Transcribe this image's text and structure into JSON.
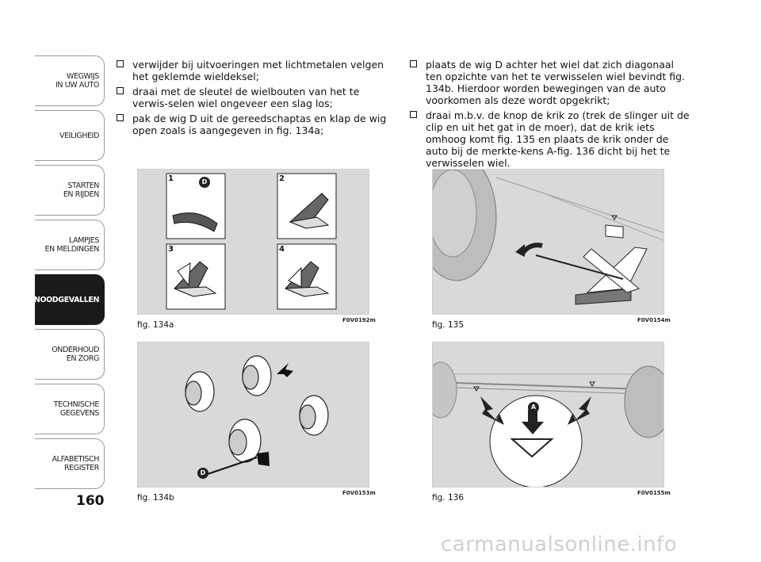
{
  "sidebar": {
    "tabs": [
      {
        "label": "WEGWIJS\nIN UW AUTO",
        "active": false
      },
      {
        "label": "VEILIGHEID",
        "active": false
      },
      {
        "label": "STARTEN\nEN RIJDEN",
        "active": false
      },
      {
        "label": "LAMPJES\nEN MELDINGEN",
        "active": false
      },
      {
        "label": "NOODGEVALLEN",
        "active": true
      },
      {
        "label": "ONDERHOUD\nEN ZORG",
        "active": false
      },
      {
        "label": "TECHNISCHE\nGEGEVENS",
        "active": false
      },
      {
        "label": "ALFABETISCH\nREGISTER",
        "active": false
      }
    ]
  },
  "page_number": "160",
  "left_column": {
    "bullets": [
      "verwijder bij uitvoeringen met lichtmetalen velgen het geklemde wieldeksel;",
      "draai met de sleutel de wielbouten van het te verwis-selen wiel ongeveer een slag los;",
      "pak de wig D uit de gereedschaptas en klap de wig open zoals is aangegeven in fig. 134a;"
    ]
  },
  "right_column": {
    "bullets": [
      "plaats de wig D achter het wiel dat zich diagonaal ten opzichte van het te verwisselen wiel bevindt fig. 134b. Hierdoor worden bewegingen van de auto voorkomen als deze wordt opgekrikt;",
      "draai m.b.v. de knop de krik zo (trek de slinger uit de clip en uit het gat in de moer), dat de krik iets omhoog komt fig. 135 en plaats de krik onder de auto bij de merkte-kens A-fig. 136 dicht bij het te verwisselen wiel."
    ]
  },
  "figures": {
    "fig134a": {
      "caption": "fig. 134a",
      "code": "F0V0192m",
      "panel_numbers": [
        "1",
        "2",
        "3",
        "4"
      ],
      "marker": "D"
    },
    "fig134b": {
      "caption": "fig. 134b",
      "code": "F0V0153m",
      "marker": "D"
    },
    "fig135": {
      "caption": "fig. 135",
      "code": "F0V0154m"
    },
    "fig136": {
      "caption": "fig. 136",
      "code": "F0V0155m",
      "marker": "A"
    }
  },
  "watermark": "carmanualsonline.info",
  "colors": {
    "figure_bg": "#d9d9d9",
    "active_tab": "#1a1a1a",
    "tab_border": "#9a9a9a"
  }
}
